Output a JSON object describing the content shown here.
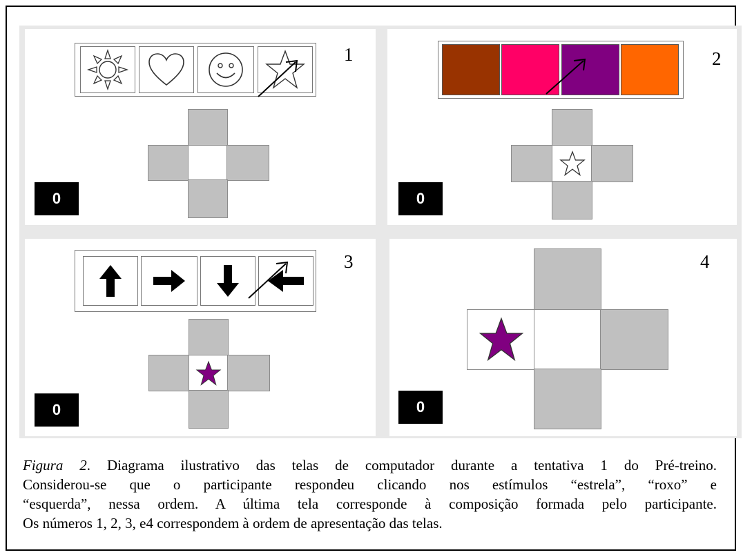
{
  "panels": [
    {
      "number": "1",
      "score": "0",
      "stimuli": [
        "sun-icon",
        "heart-icon",
        "smiley-icon",
        "star-icon"
      ]
    },
    {
      "number": "2",
      "score": "0",
      "colors": [
        "#993300",
        "#ff0066",
        "#800080",
        "#ff6600"
      ]
    },
    {
      "number": "3",
      "score": "0",
      "stimuli": [
        "arrow-up-icon",
        "arrow-right-icon",
        "arrow-down-icon",
        "arrow-left-icon"
      ]
    },
    {
      "number": "4",
      "score": "0"
    }
  ],
  "accent_purple": "#800080",
  "caption": {
    "figure_label": "Figura 2",
    "line1_rest": ". Diagrama ilustrativo das telas de computador durante a tentativa 1 do Pré-treino.",
    "line2": "Considerou-se que o participante respondeu clicando nos estímulos “estrela”, “roxo” e",
    "line3": "“esquerda”, nessa ordem. A última tela corresponde à composição formada pelo participante.",
    "line4": "Os números 1, 2, 3, e4 correspondem à ordem de apresentação das telas."
  }
}
